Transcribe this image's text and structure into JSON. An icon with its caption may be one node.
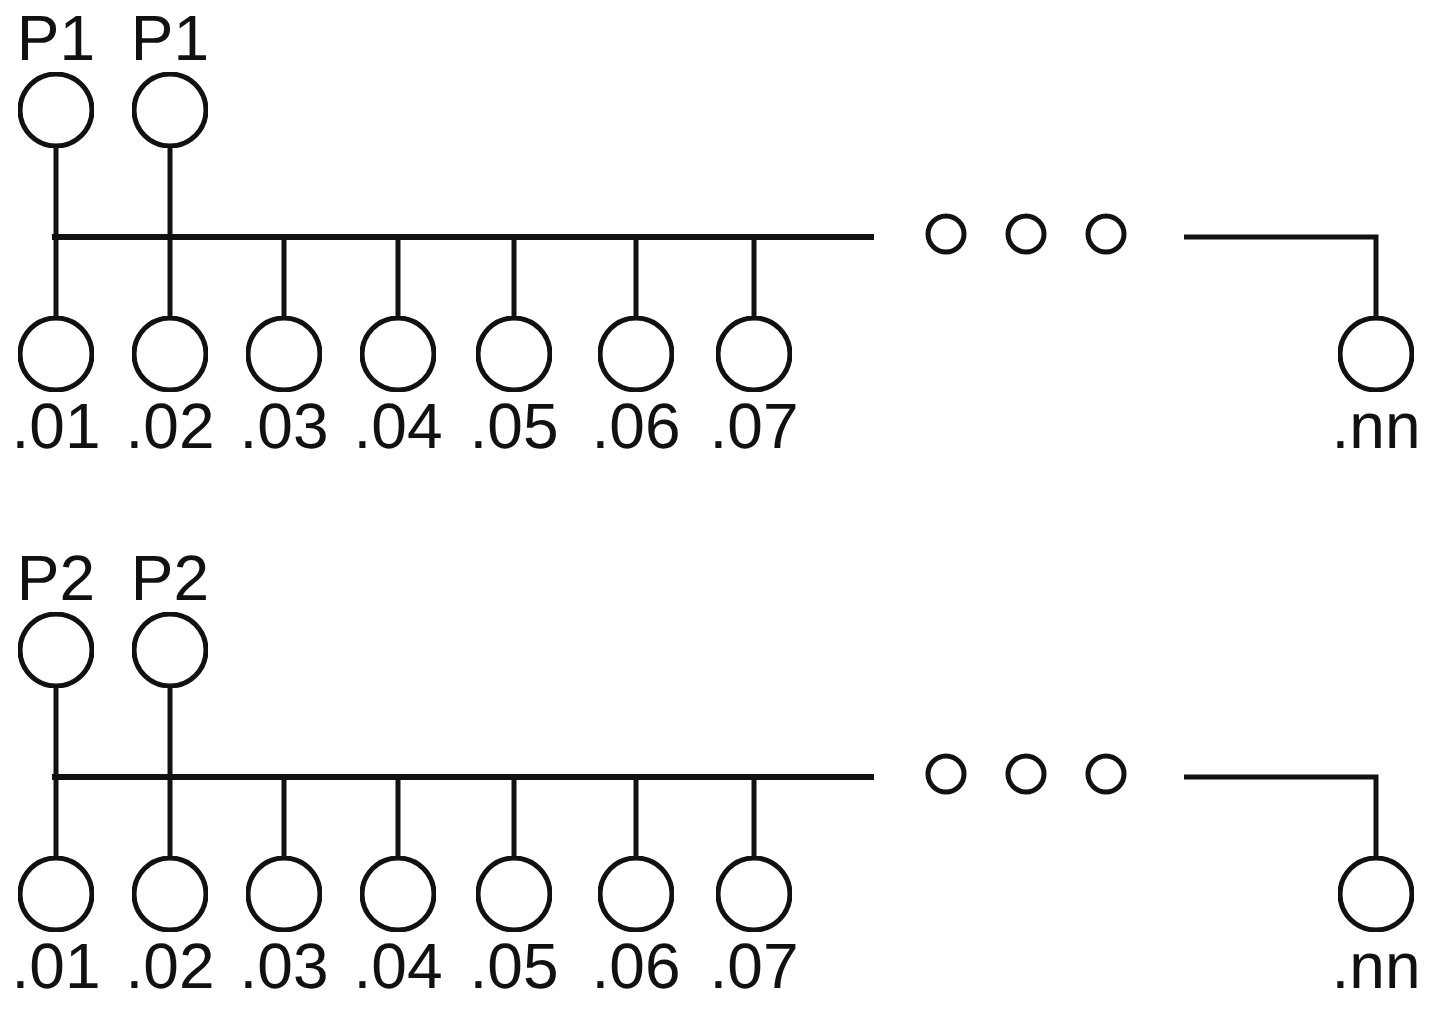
{
  "diagram": {
    "nodes": [
      {
        "text": [
          "P1"
        ]
      },
      {
        "text": [
          "P1"
        ]
      },
      {
        "text": [],
        "shape": "bar"
      },
      {
        "text": [
          ".01"
        ]
      },
      {
        "text": [
          ".02"
        ]
      },
      {
        "text": [
          ".03"
        ]
      },
      {
        "text": [
          ".04"
        ]
      },
      {
        "text": [
          ".05"
        ]
      },
      {
        "text": [
          ".06"
        ]
      },
      {
        "text": [
          ".07"
        ]
      },
      {
        "text": [
          ".nn"
        ]
      },
      {
        "text": [
          "P2"
        ]
      },
      {
        "text": [
          "P2"
        ]
      },
      {
        "text": [],
        "shape": "bar"
      },
      {
        "text": [
          ".01"
        ]
      },
      {
        "text": [
          ".02"
        ]
      },
      {
        "text": [
          ".03"
        ]
      },
      {
        "text": [
          ".04"
        ]
      },
      {
        "text": [
          ".05"
        ]
      },
      {
        "text": [
          ".06"
        ]
      },
      {
        "text": [
          ".07"
        ]
      },
      {
        "text": [
          ".nn"
        ]
      }
    ],
    "edges": [
      {
        "from": 0,
        "to": 2,
        "arrow": "none"
      },
      {
        "from": 1,
        "to": 2,
        "arrow": "none"
      },
      {
        "from": 2,
        "to": 3,
        "arrow": "none"
      },
      {
        "from": 2,
        "to": 4,
        "arrow": "none"
      },
      {
        "from": 2,
        "to": 5,
        "arrow": "none"
      },
      {
        "from": 2,
        "to": 6,
        "arrow": "none"
      },
      {
        "from": 2,
        "to": 7,
        "arrow": "none"
      },
      {
        "from": 2,
        "to": 8,
        "arrow": "none"
      },
      {
        "from": 2,
        "to": 9,
        "arrow": "none"
      },
      {
        "from": null,
        "to": 10,
        "arrow": "none"
      },
      {
        "from": 11,
        "to": 13,
        "arrow": "none"
      },
      {
        "from": 12,
        "to": 13,
        "arrow": "none"
      },
      {
        "from": 13,
        "to": 14,
        "arrow": "none"
      },
      {
        "from": 13,
        "to": 15,
        "arrow": "none"
      },
      {
        "from": 13,
        "to": 16,
        "arrow": "none"
      },
      {
        "from": 13,
        "to": 17,
        "arrow": "none"
      },
      {
        "from": 13,
        "to": 18,
        "arrow": "none"
      },
      {
        "from": 13,
        "to": 19,
        "arrow": "none"
      },
      {
        "from": 13,
        "to": 20,
        "arrow": "none"
      },
      {
        "from": null,
        "to": 21,
        "arrow": "none"
      }
    ]
  }
}
